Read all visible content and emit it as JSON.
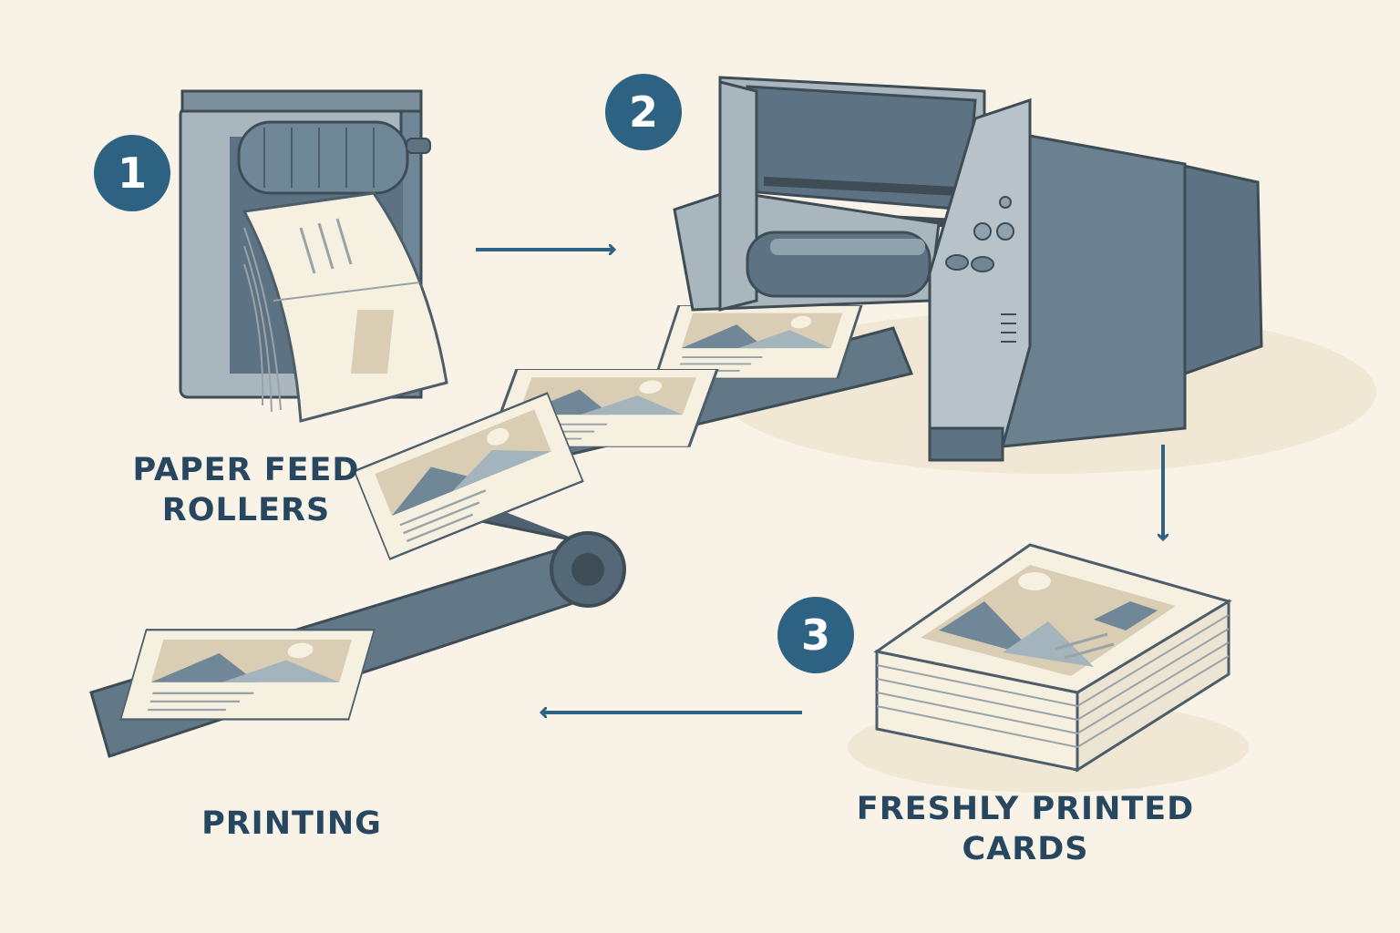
{
  "steps": [
    {
      "number": "1",
      "label_line1": "PAPER FEED",
      "label_line2": "ROLLERS"
    },
    {
      "number": "2",
      "label": "PRINTING"
    },
    {
      "number": "3",
      "label_line1": "FRESHLY PRINTED",
      "label_line2": "CARDS"
    }
  ],
  "colors": {
    "background": "#f8f3e6",
    "badge": "#2e6283",
    "label": "#274760",
    "machine_dark": "#5d7383",
    "machine_light": "#a9b6bd",
    "paper": "#f6f0e1",
    "accent_beige": "#d9cdb3"
  }
}
